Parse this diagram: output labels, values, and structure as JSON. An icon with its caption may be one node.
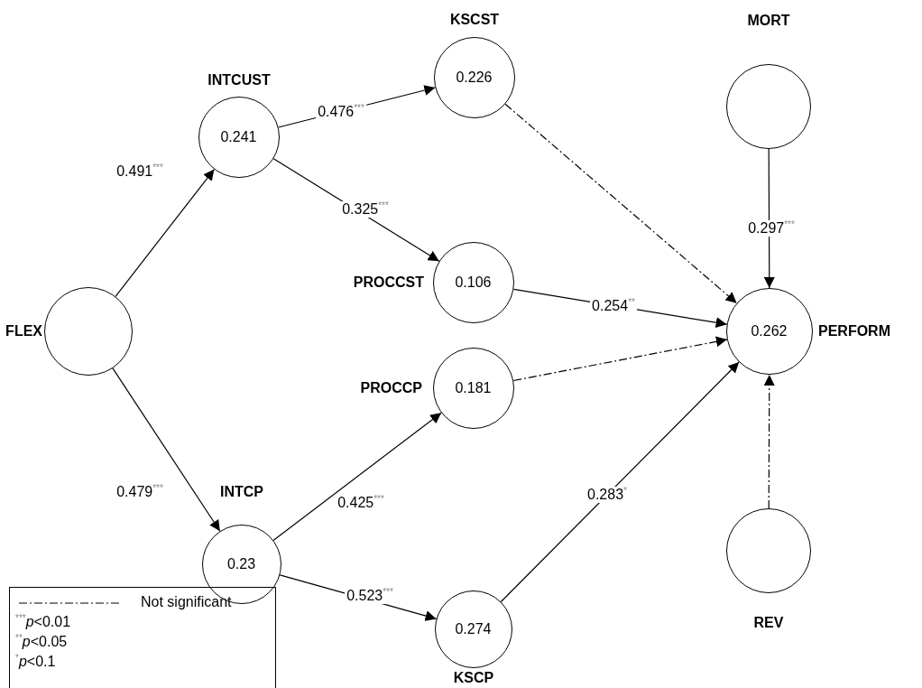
{
  "diagram": {
    "nodes": [
      {
        "text": [],
        "shape": "circle",
        "beside": [
          "FLEX"
        ]
      },
      {
        "text": [
          "0.241"
        ],
        "beside": [
          "INTCUST"
        ]
      },
      {
        "text": [
          "0.23"
        ],
        "beside": [
          "INTCP"
        ]
      },
      {
        "text": [
          "0.226"
        ],
        "beside": [
          "KSCST"
        ]
      },
      {
        "text": [
          "0.106"
        ],
        "beside": [
          "PROCCST"
        ]
      },
      {
        "text": [
          "0.181"
        ],
        "beside": [
          "PROCCP"
        ]
      },
      {
        "text": [
          "0.274"
        ],
        "beside": [
          "KSCP"
        ]
      },
      {
        "text": [],
        "shape": "circle",
        "beside": [
          "MORT"
        ]
      },
      {
        "text": [
          "0.262"
        ],
        "beside": [
          "PERFORM"
        ]
      },
      {
        "text": [],
        "shape": "circle",
        "beside": [
          "REV"
        ]
      }
    ],
    "edges": [
      {
        "from": 0,
        "to": 1,
        "arrow": "to",
        "label": "0.491$^{***}$"
      },
      {
        "from": 0,
        "to": 2,
        "arrow": "to",
        "label": "0.479$^{***}$"
      },
      {
        "from": 1,
        "to": 3,
        "arrow": "to",
        "label": "0.476$^{***}$"
      },
      {
        "from": 1,
        "to": 4,
        "arrow": "to",
        "label": "0.325$^{***}$"
      },
      {
        "from": 2,
        "to": 5,
        "arrow": "to",
        "label": "0.425$^{***}$"
      },
      {
        "from": 2,
        "to": 6,
        "arrow": "to",
        "label": "0.523$^{***}$"
      },
      {
        "from": 3,
        "to": 8,
        "arrow": "to",
        "style": "dashed"
      },
      {
        "from": 4,
        "to": 8,
        "arrow": "to",
        "label": "0.254$^{**}$"
      },
      {
        "from": 5,
        "to": 8,
        "arrow": "to",
        "style": "dashed"
      },
      {
        "from": 6,
        "to": 8,
        "arrow": "to",
        "label": "0.283$^{*}$"
      },
      {
        "from": 7,
        "to": 8,
        "arrow": "to",
        "label": "0.297$^{***}$"
      },
      {
        "from": 9,
        "to": 8,
        "arrow": "to",
        "style": "dashed"
      }
    ],
    "labels": [
      "$^{***}$*p*<0.01",
      "$^{**}$*p*<0.05",
      "$^{*}$*p*<0.1"
    ],
    "legend": [
      {
        "text": "Not significant"
      }
    ]
  }
}
